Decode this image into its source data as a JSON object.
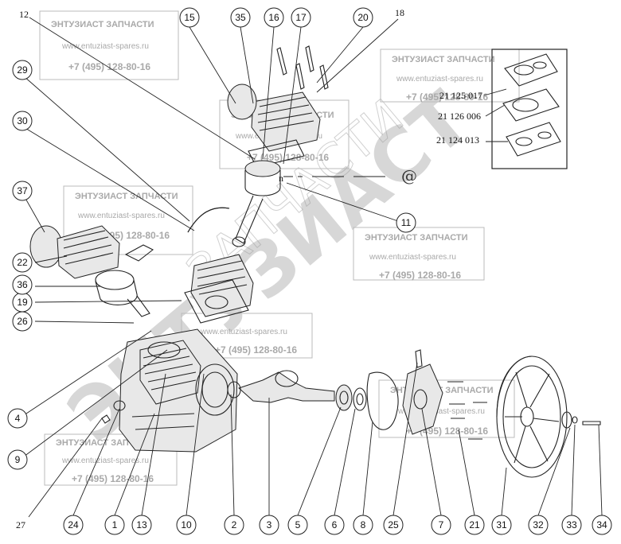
{
  "watermark": {
    "title": "ЭНТУЗИАСТ ЗАПЧАСТИ",
    "site": "www.entuziast-spares.ru",
    "phone": "+7 (495) 128-80-16",
    "big_text": "ЭНТУЗИАСТ",
    "big_text_outline": "ЗАПЧАСТИ"
  },
  "callouts": [
    "1",
    "2",
    "3",
    "4",
    "5",
    "6",
    "7",
    "8",
    "9",
    "10",
    "11",
    "13",
    "15",
    "16",
    "17",
    "19",
    "20",
    "21",
    "22",
    "24",
    "25",
    "26",
    "29",
    "30",
    "31",
    "32",
    "33",
    "34",
    "35",
    "36",
    "37"
  ],
  "plain_labels": {
    "top_18": "18",
    "top_12": "12",
    "bottom_27": "27"
  },
  "gasket_refs": [
    "21 125 017",
    "21 126 006",
    "21 124   013"
  ],
  "at_mark": "@",
  "n_mark": "n"
}
